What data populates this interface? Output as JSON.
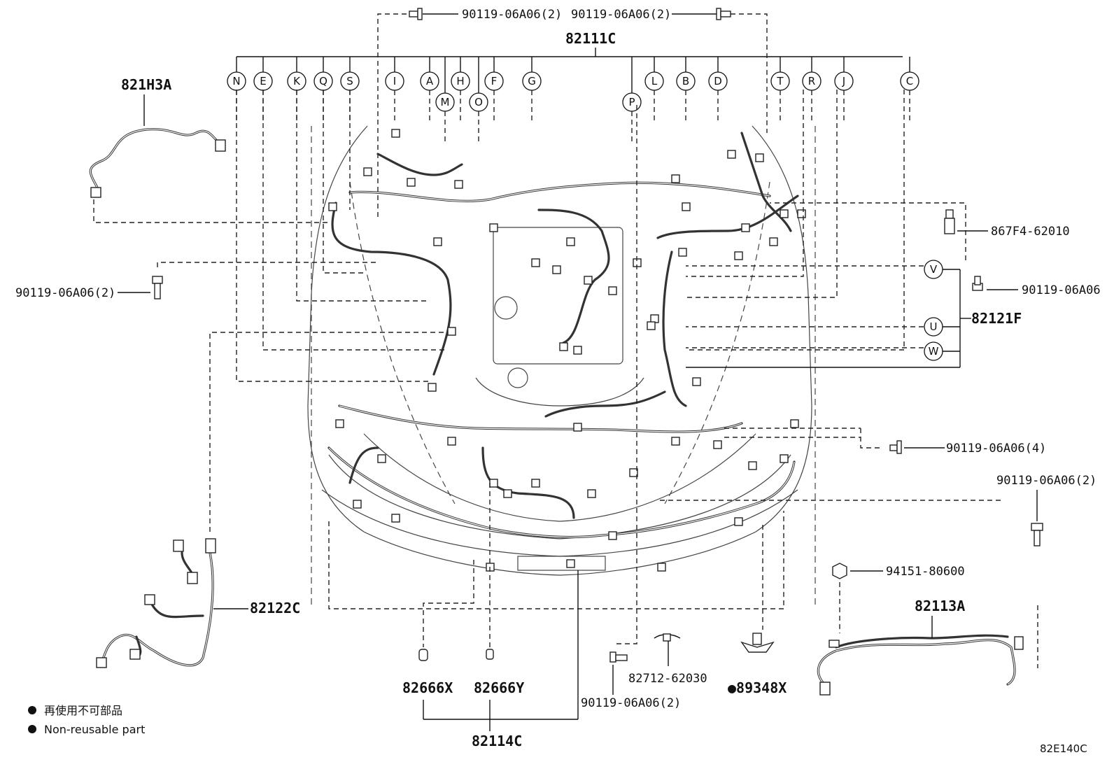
{
  "diagram": {
    "title_part": "82111C",
    "labels": {
      "p821H3A": "821H3A",
      "p82121F": "82121F",
      "p82122C": "82122C",
      "p82113A": "82113A",
      "p82114C": "82114C",
      "p82666X": "82666X",
      "p82666Y": "82666Y",
      "p89348X": "●89348X",
      "p82712": "82712-62030",
      "p867F4": "867F4-62010",
      "p94151": "94151-80600",
      "bolt_top_left": "90119-06A06(2)",
      "bolt_top_right": "90119-06A06(2)",
      "bolt_left": "90119-06A06(2)",
      "bolt_right": "90119-06A06",
      "bolt_mid_right": "90119-06A06(4)",
      "bolt_far_right": "90119-06A06(2)",
      "bolt_bottom": "90119-06A06(2)"
    },
    "circles_top": [
      "N",
      "E",
      "K",
      "Q",
      "S",
      "I",
      "A",
      "M",
      "H",
      "O",
      "F",
      "G",
      "P",
      "L",
      "B",
      "D",
      "T",
      "R",
      "J",
      "C"
    ],
    "circles_right": [
      "V",
      "U",
      "W"
    ],
    "legend": {
      "line1": "再使用不可部品",
      "line2": "Non-reusable part"
    },
    "figure_code": "82E140C"
  }
}
